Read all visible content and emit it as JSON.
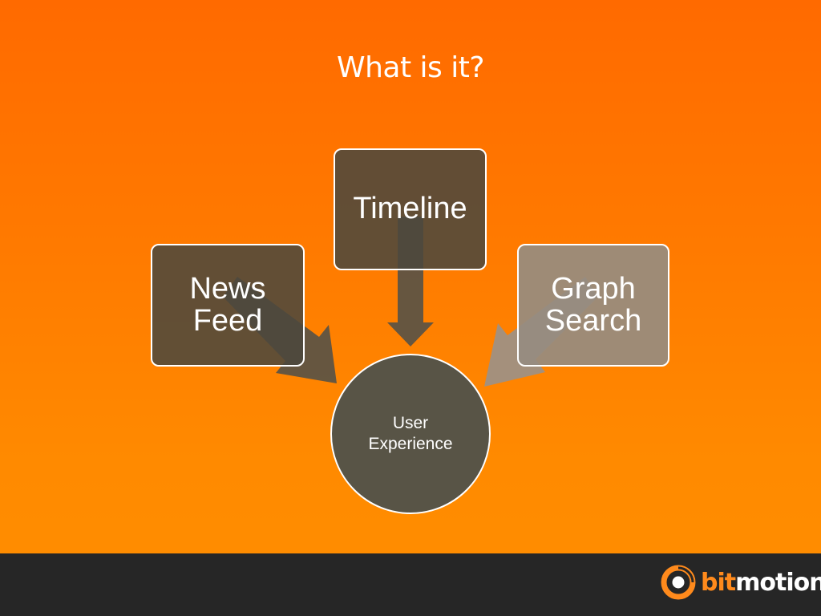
{
  "slide": {
    "title": "What is it?"
  },
  "diagram": {
    "center": {
      "line1": "User",
      "line2": "Experience"
    },
    "nodes": {
      "news_feed": {
        "line1": "News",
        "line2": "Feed"
      },
      "timeline": {
        "line1": "Timeline"
      },
      "graph_search": {
        "line1": "Graph",
        "line2": "Search"
      }
    }
  },
  "footer": {
    "logo_part1": "bit",
    "logo_part2": "motion",
    "logo_icon": "bitmotion-logo-icon"
  },
  "colors": {
    "background_top": "#ff6a00",
    "background_bottom": "#ff8e00",
    "node_dark": "#4c483c",
    "node_light": "#968c80",
    "footer": "#262626",
    "logo_orange": "#ff8a1c"
  }
}
